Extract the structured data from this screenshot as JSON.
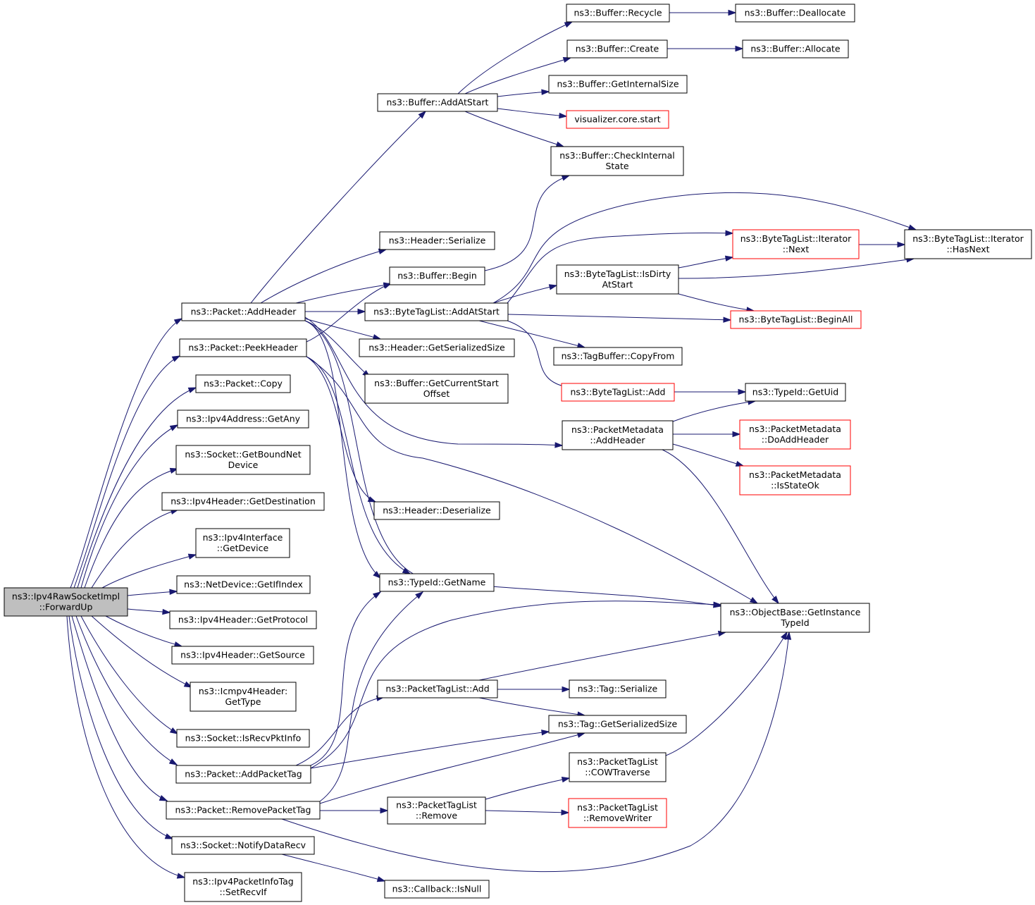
{
  "graph": {
    "title": "",
    "nodes": [
      {
        "id": "root",
        "lines": [
          "ns3::Ipv4RawSocketImpl",
          "::ForwardUp"
        ],
        "style": "root"
      },
      {
        "id": "pkt_addheader",
        "lines": [
          "ns3::Packet::AddHeader"
        ],
        "style": "normal"
      },
      {
        "id": "pkt_peekheader",
        "lines": [
          "ns3::Packet::PeekHeader"
        ],
        "style": "normal"
      },
      {
        "id": "pkt_copy",
        "lines": [
          "ns3::Packet::Copy"
        ],
        "style": "normal"
      },
      {
        "id": "ipv4addr_getany",
        "lines": [
          "ns3::Ipv4Address::GetAny"
        ],
        "style": "normal"
      },
      {
        "id": "socket_getbound",
        "lines": [
          "ns3::Socket::GetBoundNet",
          "Device"
        ],
        "style": "normal"
      },
      {
        "id": "ipv4hdr_getdest",
        "lines": [
          "ns3::Ipv4Header::GetDestination"
        ],
        "style": "normal"
      },
      {
        "id": "ipv4if_getdevice",
        "lines": [
          "ns3::Ipv4Interface",
          "::GetDevice"
        ],
        "style": "normal"
      },
      {
        "id": "netdev_getifindex",
        "lines": [
          "ns3::NetDevice::GetIfIndex"
        ],
        "style": "normal"
      },
      {
        "id": "ipv4hdr_getproto",
        "lines": [
          "ns3::Ipv4Header::GetProtocol"
        ],
        "style": "normal"
      },
      {
        "id": "ipv4hdr_getsource",
        "lines": [
          "ns3::Ipv4Header::GetSource"
        ],
        "style": "normal"
      },
      {
        "id": "icmp_gettype",
        "lines": [
          "ns3::Icmpv4Header:",
          "GetType"
        ],
        "style": "normal"
      },
      {
        "id": "socket_isrecvpktinfo",
        "lines": [
          "ns3::Socket::IsRecvPktInfo"
        ],
        "style": "normal"
      },
      {
        "id": "pkt_addpackettag",
        "lines": [
          "ns3::Packet::AddPacketTag"
        ],
        "style": "normal"
      },
      {
        "id": "pkt_removepackettag",
        "lines": [
          "ns3::Packet::RemovePacketTag"
        ],
        "style": "normal"
      },
      {
        "id": "socket_notifydatarecv",
        "lines": [
          "ns3::Socket::NotifyDataRecv"
        ],
        "style": "normal"
      },
      {
        "id": "ipv4pkt_setrecvif",
        "lines": [
          "ns3::Ipv4PacketInfoTag",
          "::SetRecvIf"
        ],
        "style": "normal"
      },
      {
        "id": "buf_addatstart",
        "lines": [
          "ns3::Buffer::AddAtStart"
        ],
        "style": "normal"
      },
      {
        "id": "hdr_serialize",
        "lines": [
          "ns3::Header::Serialize"
        ],
        "style": "normal"
      },
      {
        "id": "buf_begin",
        "lines": [
          "ns3::Buffer::Begin"
        ],
        "style": "normal"
      },
      {
        "id": "btl_addatstart",
        "lines": [
          "ns3::ByteTagList::AddAtStart"
        ],
        "style": "normal"
      },
      {
        "id": "hdr_getsersize",
        "lines": [
          "ns3::Header::GetSerializedSize"
        ],
        "style": "normal"
      },
      {
        "id": "buf_getcurstart",
        "lines": [
          "ns3::Buffer::GetCurrentStart",
          "Offset"
        ],
        "style": "normal"
      },
      {
        "id": "hdr_deserialize",
        "lines": [
          "ns3::Header::Deserialize"
        ],
        "style": "normal"
      },
      {
        "id": "typeid_getname",
        "lines": [
          "ns3::TypeId::GetName"
        ],
        "style": "normal"
      },
      {
        "id": "ptl_add",
        "lines": [
          "ns3::PacketTagList::Add"
        ],
        "style": "normal"
      },
      {
        "id": "ptl_remove",
        "lines": [
          "ns3::PacketTagList",
          "::Remove"
        ],
        "style": "normal"
      },
      {
        "id": "cb_isnull",
        "lines": [
          "ns3::Callback::IsNull"
        ],
        "style": "normal"
      },
      {
        "id": "buf_recycle",
        "lines": [
          "ns3::Buffer::Recycle"
        ],
        "style": "normal"
      },
      {
        "id": "buf_create",
        "lines": [
          "ns3::Buffer::Create"
        ],
        "style": "normal"
      },
      {
        "id": "buf_getinternalsize",
        "lines": [
          "ns3::Buffer::GetInternalSize"
        ],
        "style": "normal"
      },
      {
        "id": "vis_start",
        "lines": [
          "visualizer.core.start"
        ],
        "style": "red"
      },
      {
        "id": "buf_checkinternal",
        "lines": [
          "ns3::Buffer::CheckInternal",
          "State"
        ],
        "style": "normal"
      },
      {
        "id": "btl_isdirty",
        "lines": [
          "ns3::ByteTagList::IsDirty",
          "AtStart"
        ],
        "style": "normal"
      },
      {
        "id": "tagbuf_copyfrom",
        "lines": [
          "ns3::TagBuffer::CopyFrom"
        ],
        "style": "normal"
      },
      {
        "id": "btl_add",
        "lines": [
          "ns3::ByteTagList::Add"
        ],
        "style": "red"
      },
      {
        "id": "pm_addheader",
        "lines": [
          "ns3::PacketMetadata",
          "::AddHeader"
        ],
        "style": "normal"
      },
      {
        "id": "tag_serialize",
        "lines": [
          "ns3::Tag::Serialize"
        ],
        "style": "normal"
      },
      {
        "id": "tag_getsersize",
        "lines": [
          "ns3::Tag::GetSerializedSize"
        ],
        "style": "normal"
      },
      {
        "id": "ptl_cowtraverse",
        "lines": [
          "ns3::PacketTagList",
          "::COWTraverse"
        ],
        "style": "normal"
      },
      {
        "id": "ptl_removewriter",
        "lines": [
          "ns3::PacketTagList",
          "::RemoveWriter"
        ],
        "style": "red"
      },
      {
        "id": "buf_deallocate",
        "lines": [
          "ns3::Buffer::Deallocate"
        ],
        "style": "normal"
      },
      {
        "id": "buf_allocate",
        "lines": [
          "ns3::Buffer::Allocate"
        ],
        "style": "normal"
      },
      {
        "id": "btl_it_next",
        "lines": [
          "ns3::ByteTagList::Iterator",
          "::Next"
        ],
        "style": "red"
      },
      {
        "id": "btl_it_hasnext",
        "lines": [
          "ns3::ByteTagList::Iterator",
          "::HasNext"
        ],
        "style": "normal"
      },
      {
        "id": "btl_beginall",
        "lines": [
          "ns3::ByteTagList::BeginAll"
        ],
        "style": "red"
      },
      {
        "id": "typeid_getuid",
        "lines": [
          "ns3::TypeId::GetUid"
        ],
        "style": "normal"
      },
      {
        "id": "pm_doaddheader",
        "lines": [
          "ns3::PacketMetadata",
          "::DoAddHeader"
        ],
        "style": "red"
      },
      {
        "id": "pm_isstateok",
        "lines": [
          "ns3::PacketMetadata",
          "::IsStateOk"
        ],
        "style": "red"
      },
      {
        "id": "objbase_getinst",
        "lines": [
          "ns3::ObjectBase::GetInstance",
          "TypeId"
        ],
        "style": "normal"
      }
    ],
    "edges": [
      [
        "root",
        "pkt_addheader"
      ],
      [
        "root",
        "pkt_peekheader"
      ],
      [
        "root",
        "pkt_copy"
      ],
      [
        "root",
        "ipv4addr_getany"
      ],
      [
        "root",
        "socket_getbound"
      ],
      [
        "root",
        "ipv4hdr_getdest"
      ],
      [
        "root",
        "ipv4if_getdevice"
      ],
      [
        "root",
        "netdev_getifindex"
      ],
      [
        "root",
        "ipv4hdr_getproto"
      ],
      [
        "root",
        "ipv4hdr_getsource"
      ],
      [
        "root",
        "icmp_gettype"
      ],
      [
        "root",
        "socket_isrecvpktinfo"
      ],
      [
        "root",
        "pkt_addpackettag"
      ],
      [
        "root",
        "pkt_removepackettag"
      ],
      [
        "root",
        "socket_notifydatarecv"
      ],
      [
        "root",
        "ipv4pkt_setrecvif"
      ],
      [
        "pkt_addheader",
        "buf_addatstart"
      ],
      [
        "pkt_addheader",
        "hdr_serialize"
      ],
      [
        "pkt_addheader",
        "buf_begin"
      ],
      [
        "pkt_addheader",
        "btl_addatstart"
      ],
      [
        "pkt_addheader",
        "hdr_getsersize"
      ],
      [
        "pkt_addheader",
        "buf_getcurstart"
      ],
      [
        "pkt_addheader",
        "pm_addheader"
      ],
      [
        "pkt_addheader",
        "typeid_getname"
      ],
      [
        "pkt_addheader",
        "objbase_getinst"
      ],
      [
        "pkt_peekheader",
        "buf_begin"
      ],
      [
        "pkt_peekheader",
        "hdr_deserialize"
      ],
      [
        "pkt_peekheader",
        "typeid_getname"
      ],
      [
        "pkt_peekheader",
        "objbase_getinst"
      ],
      [
        "pkt_addpackettag",
        "ptl_add"
      ],
      [
        "pkt_addpackettag",
        "tag_getsersize"
      ],
      [
        "pkt_addpackettag",
        "typeid_getname"
      ],
      [
        "pkt_addpackettag",
        "objbase_getinst"
      ],
      [
        "pkt_removepackettag",
        "ptl_remove"
      ],
      [
        "pkt_removepackettag",
        "tag_getsersize"
      ],
      [
        "pkt_removepackettag",
        "typeid_getname"
      ],
      [
        "pkt_removepackettag",
        "objbase_getinst"
      ],
      [
        "socket_notifydatarecv",
        "cb_isnull"
      ],
      [
        "buf_addatstart",
        "buf_recycle"
      ],
      [
        "buf_addatstart",
        "buf_create"
      ],
      [
        "buf_addatstart",
        "buf_getinternalsize"
      ],
      [
        "buf_addatstart",
        "vis_start"
      ],
      [
        "buf_addatstart",
        "buf_checkinternal"
      ],
      [
        "buf_begin",
        "buf_checkinternal"
      ],
      [
        "btl_addatstart",
        "btl_isdirty"
      ],
      [
        "btl_addatstart",
        "btl_it_next"
      ],
      [
        "btl_addatstart",
        "btl_it_hasnext"
      ],
      [
        "btl_addatstart",
        "btl_beginall"
      ],
      [
        "btl_addatstart",
        "tagbuf_copyfrom"
      ],
      [
        "btl_addatstart",
        "btl_add"
      ],
      [
        "btl_isdirty",
        "btl_it_next"
      ],
      [
        "btl_isdirty",
        "btl_it_hasnext"
      ],
      [
        "btl_isdirty",
        "btl_beginall"
      ],
      [
        "btl_it_next",
        "btl_it_hasnext"
      ],
      [
        "btl_add",
        "typeid_getuid"
      ],
      [
        "pm_addheader",
        "typeid_getuid"
      ],
      [
        "pm_addheader",
        "pm_doaddheader"
      ],
      [
        "pm_addheader",
        "pm_isstateok"
      ],
      [
        "pm_addheader",
        "objbase_getinst"
      ],
      [
        "ptl_add",
        "tag_serialize"
      ],
      [
        "ptl_add",
        "tag_getsersize"
      ],
      [
        "ptl_add",
        "objbase_getinst"
      ],
      [
        "ptl_remove",
        "ptl_cowtraverse"
      ],
      [
        "ptl_remove",
        "ptl_removewriter"
      ],
      [
        "ptl_cowtraverse",
        "objbase_getinst"
      ],
      [
        "buf_recycle",
        "buf_deallocate"
      ],
      [
        "buf_create",
        "buf_allocate"
      ]
    ],
    "colors": {
      "edge": "#191970",
      "root_fill": "#bfbfbf",
      "node_border": "#000000",
      "red_border": "#ff0000",
      "background": "#ffffff"
    }
  }
}
